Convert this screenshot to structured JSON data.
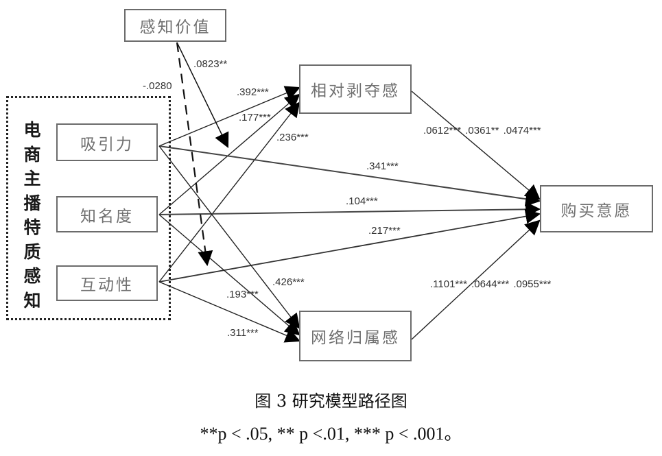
{
  "diagram": {
    "title": "图 3 研究模型路径图",
    "note": "**p < .05, ** p <.01, *** p < .001。",
    "group": {
      "label_chars": [
        "电",
        "商",
        "主",
        "播",
        "特",
        "质",
        "感",
        "知"
      ]
    },
    "nodes": {
      "perceived_value": "感知价值",
      "attraction": "吸引力",
      "popularity": "知名度",
      "interactivity": "互动性",
      "relative_deprivation": "相对剥夺感",
      "online_belonging": "网络归属感",
      "purchase_intention": "购买意愿"
    },
    "edges": [
      {
        "from": "attraction",
        "to": "relative_deprivation",
        "label": ".392***",
        "style": "solid"
      },
      {
        "from": "popularity",
        "to": "relative_deprivation",
        "label": ".177***",
        "style": "solid"
      },
      {
        "from": "interactivity",
        "to": "relative_deprivation",
        "label": ".236***",
        "style": "solid"
      },
      {
        "from": "attraction",
        "to": "purchase_intention",
        "label": ".341***",
        "style": "solid"
      },
      {
        "from": "popularity",
        "to": "purchase_intention",
        "label": ".104***",
        "style": "solid"
      },
      {
        "from": "interactivity",
        "to": "purchase_intention",
        "label": ".217***",
        "style": "solid"
      },
      {
        "from": "attraction",
        "to": "online_belonging",
        "label": ".426***",
        "style": "solid"
      },
      {
        "from": "popularity",
        "to": "online_belonging",
        "label": ".193***",
        "style": "solid"
      },
      {
        "from": "interactivity",
        "to": "online_belonging",
        "label": ".311***",
        "style": "solid"
      },
      {
        "from": "relative_deprivation",
        "to": "purchase_intention",
        "label": ".0612***  .0361**  .0474***",
        "style": "solid"
      },
      {
        "from": "online_belonging",
        "to": "purchase_intention",
        "label": ".1101***  .0644***  .0955***",
        "style": "solid"
      },
      {
        "from": "perceived_value",
        "to": "attraction_to_relative_deprivation_path",
        "label": ".0823**",
        "style": "solid"
      },
      {
        "from": "perceived_value",
        "to": "interactivity_to_online_belonging_path",
        "label": "-.0280",
        "style": "dashed"
      }
    ]
  }
}
